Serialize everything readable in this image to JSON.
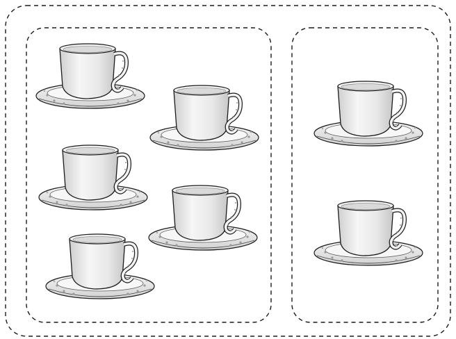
{
  "figure": {
    "groups": [
      {
        "id": "left-group",
        "item": "teacup",
        "count": 5
      },
      {
        "id": "right-group",
        "item": "teacup",
        "count": 2
      }
    ],
    "colors": {
      "outline": "#1a1a1a",
      "cup_fill": "#f2f2f2",
      "cup_shade": "#d6d6d6",
      "saucer_fill": "#ededed",
      "dots": "#9a9a9a"
    }
  }
}
